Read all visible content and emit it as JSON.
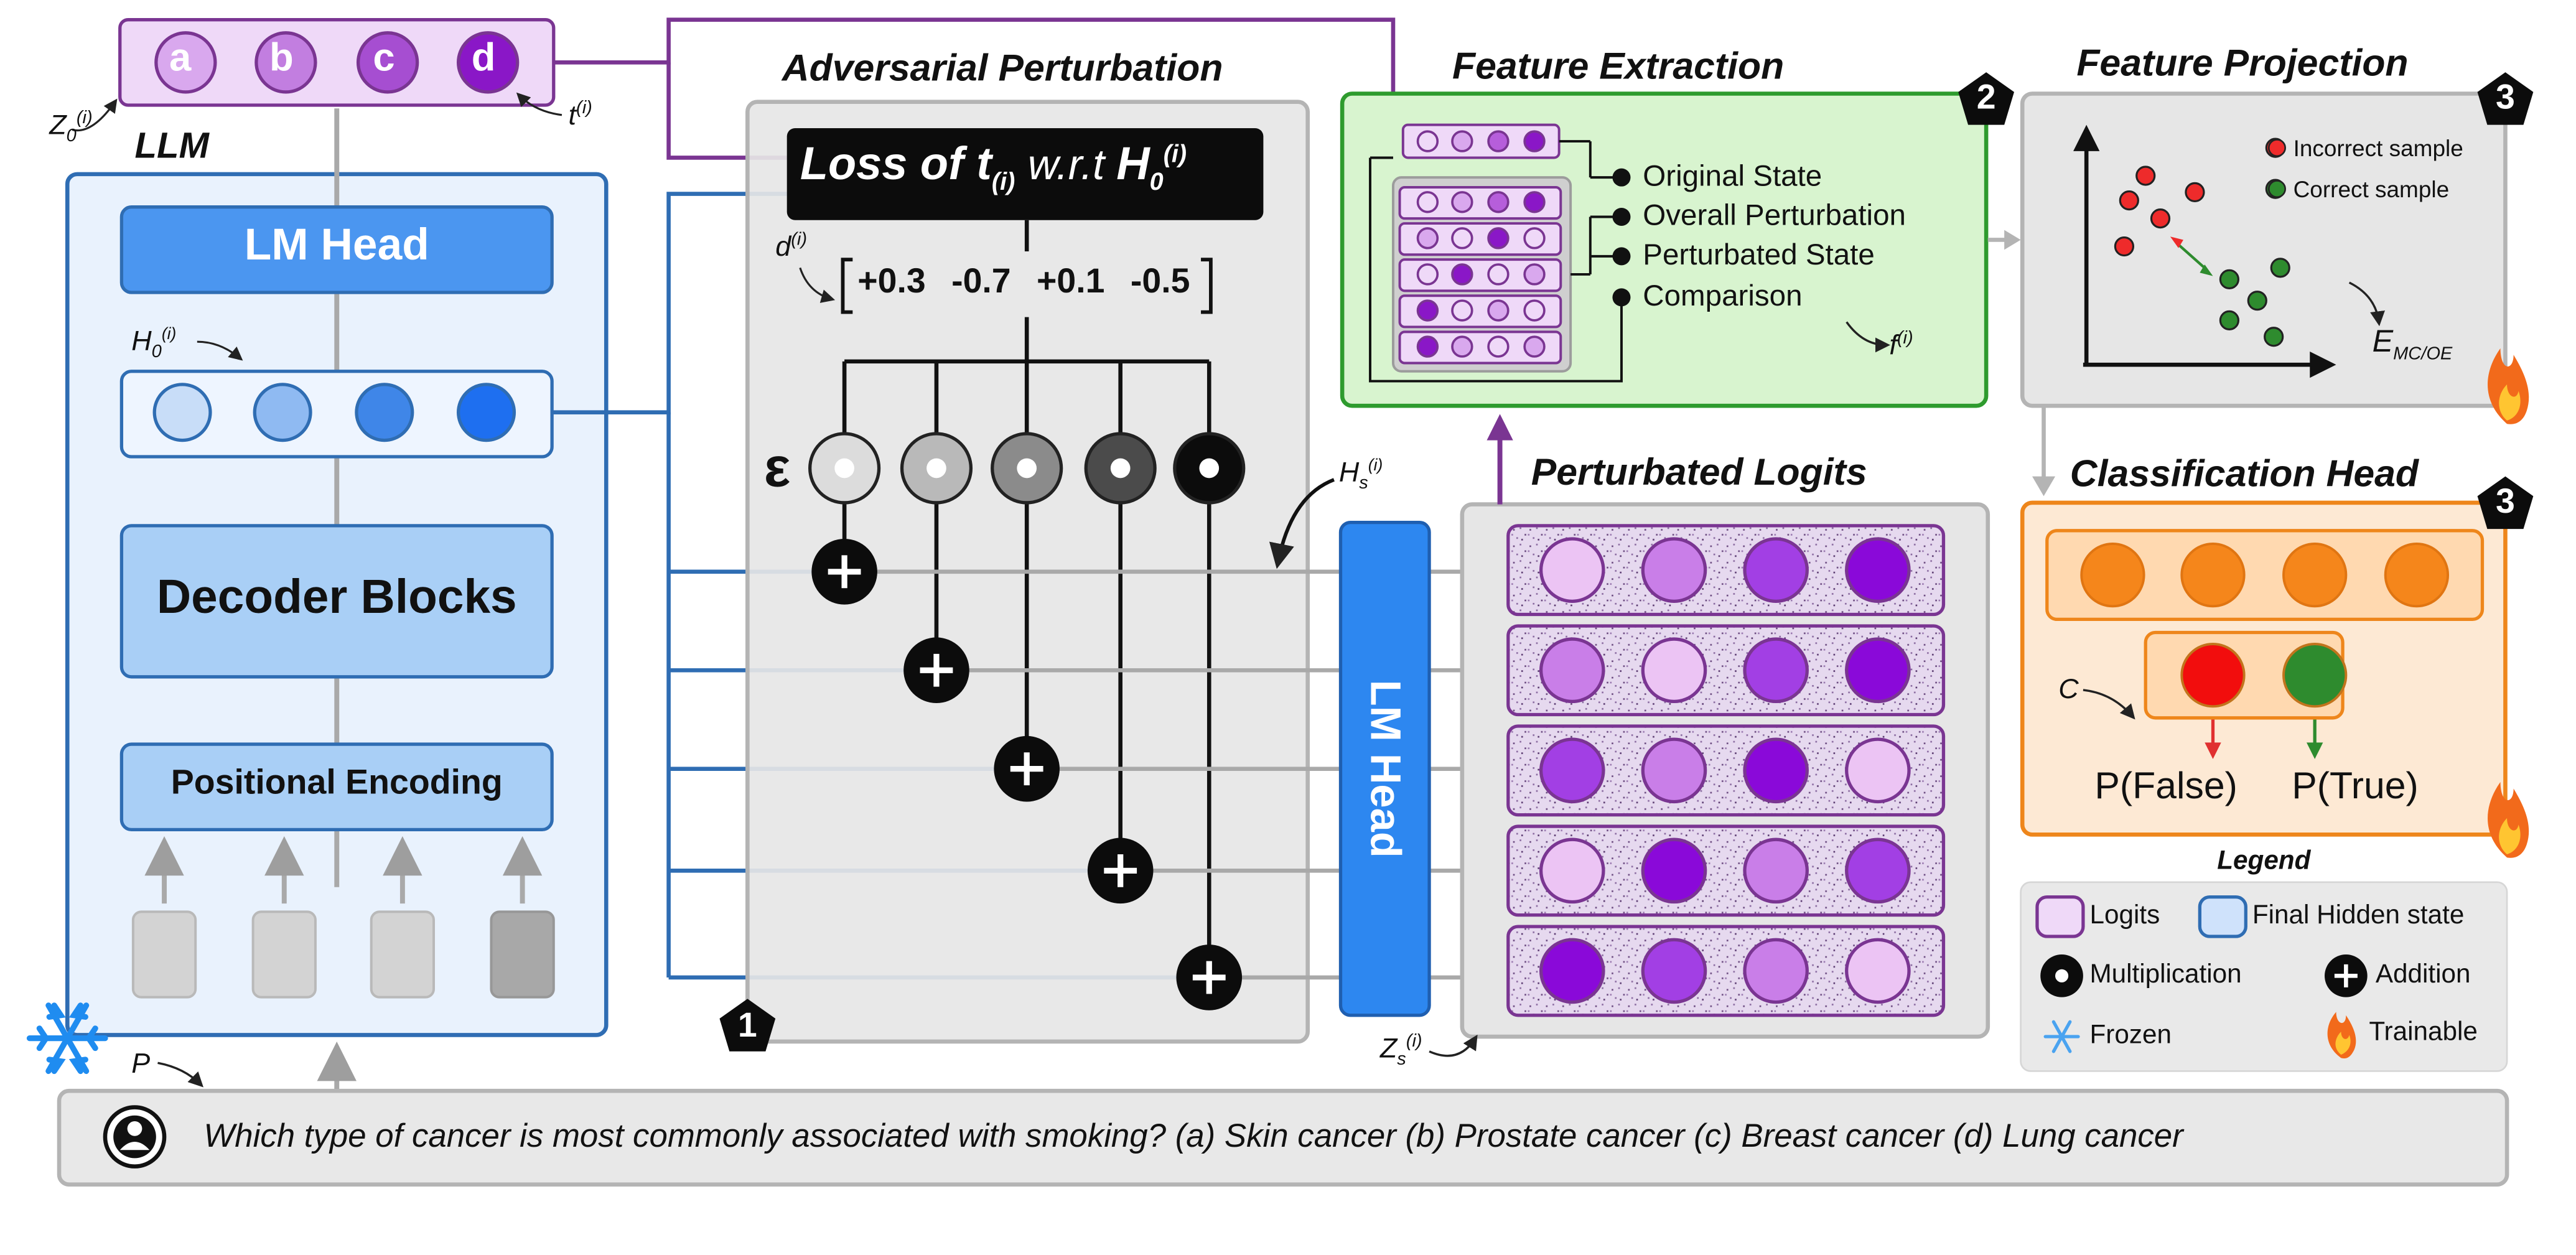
{
  "tokens": [
    "a",
    "b",
    "c",
    "d"
  ],
  "notation": {
    "i": "(i)",
    "i_short": "(i)",
    "i_paren": "(i)",
    "z0_sub": "0",
    "s": "s",
    "t": "t",
    "d": "d",
    "f": "f",
    "c": "C",
    "p": "P",
    "e_sub": "MC/OE"
  },
  "llm": {
    "title": "LLM",
    "lm_head": "LM Head",
    "decoder_blocks": "Decoder Blocks",
    "positional_encoding": "Positional Encoding"
  },
  "adversarial": {
    "title": "Adversarial Perturbation",
    "loss_prefix": "Loss of ",
    "loss_middle": "w.r.t ",
    "d_values": [
      "+0.3",
      "-0.7",
      "+0.1",
      "-0.5"
    ],
    "epsilon": "ε"
  },
  "logits": {
    "title": "Perturbated Logits"
  },
  "feature_extraction": {
    "title": "Feature Extraction",
    "items": [
      "Original State",
      "Overall Perturbation",
      "Perturbated State",
      "Comparison"
    ]
  },
  "feature_projection": {
    "title": "Feature Projection",
    "legend": [
      "Incorrect sample",
      "Correct sample"
    ]
  },
  "classification": {
    "title": "Classification Head",
    "p_false": "P(False)",
    "p_true": "P(True)"
  },
  "legend": {
    "title": "Legend",
    "logits": "Logits",
    "final_hidden_state": "Final Hidden state",
    "multiplication": "Multiplication",
    "addition": "Addition",
    "frozen": "Frozen",
    "trainable": "Trainable"
  },
  "steps": {
    "s1": "1",
    "s2": "2",
    "s3": "3"
  },
  "prompt": {
    "question": "Which type of cancer is most commonly associated with smoking? (a) Skin cancer (b) Prostate cancer (c) Breast cancer (d) Lung cancer"
  },
  "colors": {
    "llm_blue": "#2f6db3",
    "logit_purple": "#7a3592",
    "feature_green": "#2e9b2e",
    "classifier_orange": "#ee861b",
    "incorrect_red": "#ee2b2b",
    "correct_green": "#2e8b2e"
  }
}
